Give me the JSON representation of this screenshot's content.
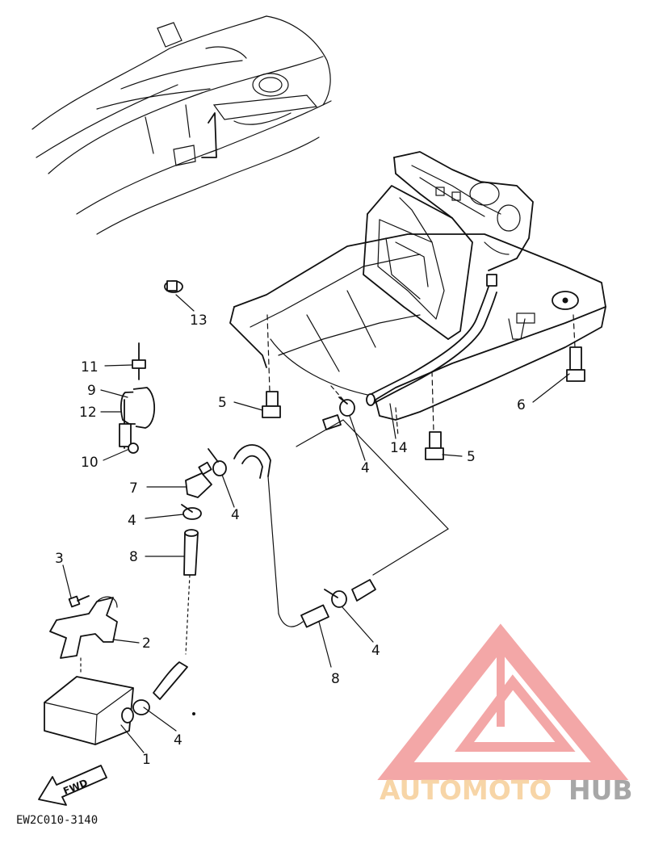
{
  "diagram": {
    "drawing_code": "EW2C010-3140",
    "forward_arrow": "FWD",
    "callouts": [
      {
        "id": "c13",
        "text": "13"
      },
      {
        "id": "c11",
        "text": "11"
      },
      {
        "id": "c9",
        "text": "9"
      },
      {
        "id": "c12",
        "text": "12"
      },
      {
        "id": "c10",
        "text": "10"
      },
      {
        "id": "c5a",
        "text": "5"
      },
      {
        "id": "c4a",
        "text": "4"
      },
      {
        "id": "c14",
        "text": "14"
      },
      {
        "id": "c5b",
        "text": "5"
      },
      {
        "id": "c6",
        "text": "6"
      },
      {
        "id": "c7",
        "text": "7"
      },
      {
        "id": "c4b",
        "text": "4"
      },
      {
        "id": "c4c",
        "text": "4"
      },
      {
        "id": "c8a",
        "text": "8"
      },
      {
        "id": "c3",
        "text": "3"
      },
      {
        "id": "c2",
        "text": "2"
      },
      {
        "id": "c4d",
        "text": "4"
      },
      {
        "id": "c8b",
        "text": "8"
      },
      {
        "id": "c4e",
        "text": "4"
      },
      {
        "id": "c1",
        "text": "1"
      }
    ]
  },
  "watermark": {
    "brand_part1": "AUTOMOTO",
    "brand_part2": "HUB",
    "color_primary": "#f08a8a",
    "color_accent": "#f5c78a",
    "color_secondary": "#8a8a8a"
  }
}
